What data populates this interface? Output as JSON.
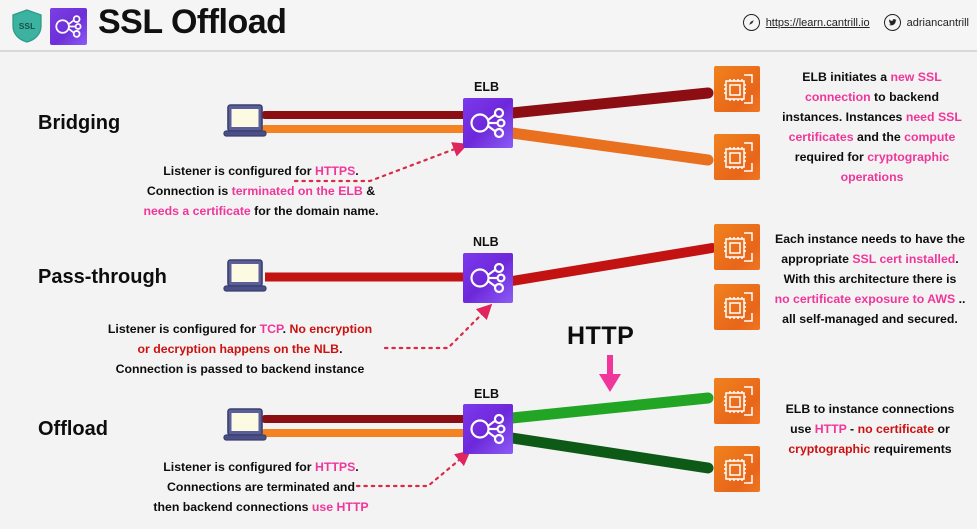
{
  "header": {
    "title": "SSL Offload",
    "shield_label": "SSL",
    "shield_icon": "ssl-shield-icon",
    "elb_icon": "elb-load-balancer-icon",
    "url_icon": "compass-browser-icon",
    "url": "https://learn.cantrill.io",
    "twitter_icon": "twitter-bird-icon",
    "twitter_handle": "adriancantrill"
  },
  "rows": [
    {
      "title": "Bridging",
      "lb_label": "ELB",
      "lb_icon": "elb-load-balancer-icon",
      "client_icon": "laptop-icon",
      "instance_icon": "ec2-instance-icon",
      "left_note": [
        [
          {
            "t": "Listener is configured for ",
            "c": "k"
          },
          {
            "t": "HTTPS",
            "c": "pk"
          },
          {
            "t": ".",
            "c": "k"
          }
        ],
        [
          {
            "t": "Connection is ",
            "c": "k"
          },
          {
            "t": "terminated on the ELB",
            "c": "pk"
          },
          {
            "t": " &",
            "c": "k"
          }
        ],
        [
          {
            "t": "needs a certificate",
            "c": "pk"
          },
          {
            "t": " for the domain name.",
            "c": "k"
          }
        ]
      ],
      "right_note": [
        [
          {
            "t": "ELB initiates a ",
            "c": "k"
          },
          {
            "t": "new SSL",
            "c": "pk"
          }
        ],
        [
          {
            "t": "connection",
            "c": "pk"
          },
          {
            "t": " to backend",
            "c": "k"
          }
        ],
        [
          {
            "t": "instances. Instances ",
            "c": "k"
          },
          {
            "t": "need SSL",
            "c": "pk"
          }
        ],
        [
          {
            "t": "certificates",
            "c": "pk"
          },
          {
            "t": " and the ",
            "c": "k"
          },
          {
            "t": "compute",
            "c": "pk"
          }
        ],
        [
          {
            "t": "required for ",
            "c": "k"
          },
          {
            "t": "cryptographic",
            "c": "pk"
          }
        ],
        [
          {
            "t": "operations",
            "c": "pk"
          }
        ]
      ]
    },
    {
      "title": "Pass-through",
      "lb_label": "NLB",
      "lb_icon": "nlb-load-balancer-icon",
      "client_icon": "laptop-icon",
      "instance_icon": "ec2-instance-icon",
      "left_note": [
        [
          {
            "t": "Listener is configured for ",
            "c": "k"
          },
          {
            "t": "TCP",
            "c": "pk"
          },
          {
            "t": ". ",
            "c": "k"
          },
          {
            "t": "No encryption",
            "c": "rd"
          }
        ],
        [
          {
            "t": "or decryption happens on the NLB",
            "c": "rd"
          },
          {
            "t": ".",
            "c": "k"
          }
        ],
        [
          {
            "t": "Connection is passed to backend instance",
            "c": "k"
          }
        ]
      ],
      "right_note": [
        [
          {
            "t": "Each instance needs to have the",
            "c": "k"
          }
        ],
        [
          {
            "t": "appropriate ",
            "c": "k"
          },
          {
            "t": "SSL cert installed",
            "c": "pk"
          },
          {
            "t": ".",
            "c": "k"
          }
        ],
        [
          {
            "t": "With this architecture there is",
            "c": "k"
          }
        ],
        [
          {
            "t": "no certificate exposure to AWS",
            "c": "pk"
          },
          {
            "t": " ..",
            "c": "k"
          }
        ],
        [
          {
            "t": "all self-managed and secured.",
            "c": "k"
          }
        ]
      ]
    },
    {
      "title": "Offload",
      "lb_label": "ELB",
      "lb_icon": "elb-load-balancer-icon",
      "client_icon": "laptop-icon",
      "instance_icon": "ec2-instance-icon",
      "left_note": [
        [
          {
            "t": "Listener is configured for ",
            "c": "k"
          },
          {
            "t": "HTTPS",
            "c": "pk"
          },
          {
            "t": ".",
            "c": "k"
          }
        ],
        [
          {
            "t": "Connections are terminated and",
            "c": "k"
          }
        ],
        [
          {
            "t": "then backend connections ",
            "c": "k"
          },
          {
            "t": "use HTTP",
            "c": "pk"
          }
        ]
      ],
      "right_note": [
        [
          {
            "t": "ELB to instance connections",
            "c": "k"
          }
        ],
        [
          {
            "t": "use ",
            "c": "k"
          },
          {
            "t": "HTTP",
            "c": "pk"
          },
          {
            "t": " - ",
            "c": "k"
          },
          {
            "t": "no certificate",
            "c": "rd"
          },
          {
            "t": " or",
            "c": "k"
          }
        ],
        [
          {
            "t": "cryptographic",
            "c": "rd"
          },
          {
            "t": " requirements",
            "c": "k"
          }
        ]
      ]
    }
  ],
  "http_callout": {
    "label": "HTTP",
    "arrow_icon": "down-arrow-icon",
    "arrow_color": "#f0369a"
  },
  "colors": {
    "dark_red": "#8c0d12",
    "orange": "#f58220",
    "red": "#c21212",
    "bright_green": "#22a524",
    "dark_green": "#0d5a16",
    "pink": "#f0369a",
    "purple": "#7c3aed",
    "ec2_orange": "#ee7623",
    "background": "#f3f3f3"
  }
}
